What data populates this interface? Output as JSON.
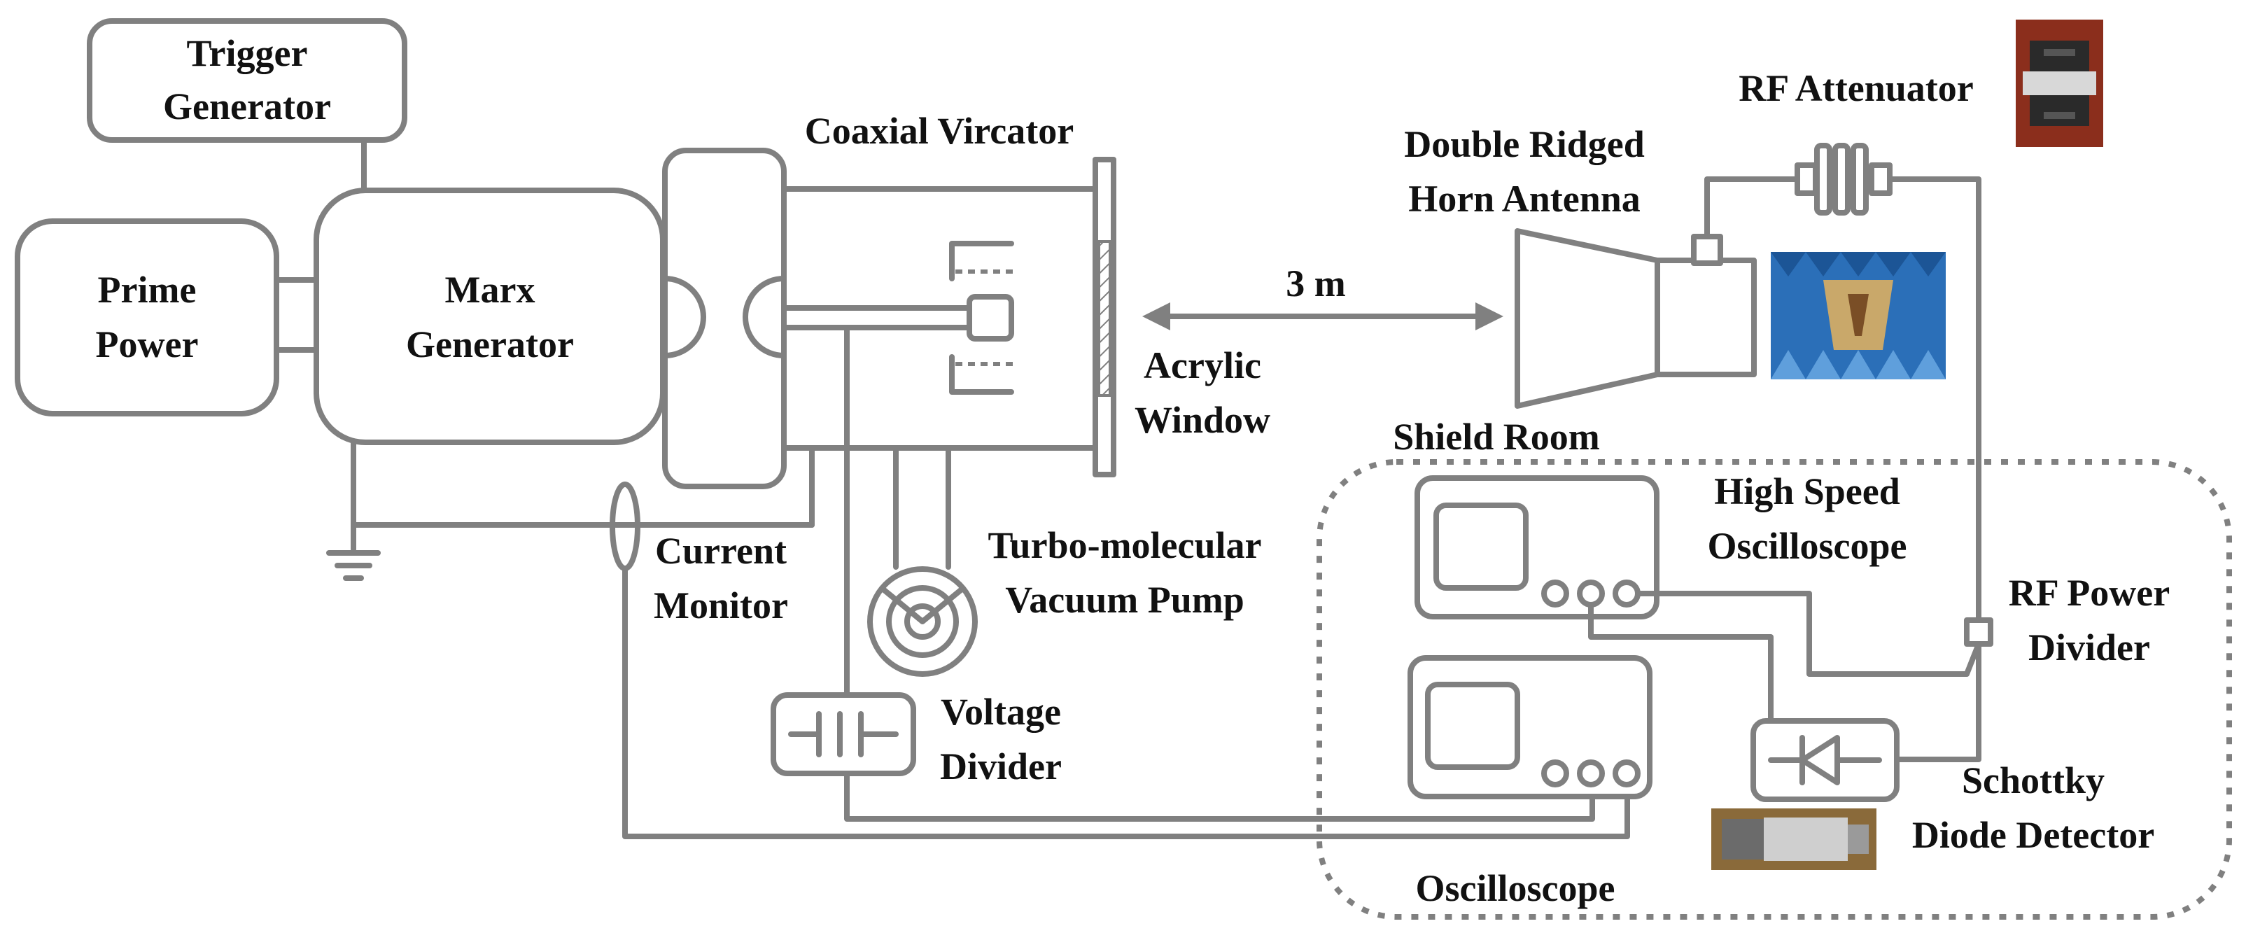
{
  "labels": {
    "trigger_generator": [
      "Trigger",
      "Generator"
    ],
    "prime_power": [
      "Prime",
      "Power"
    ],
    "marx_generator": [
      "Marx",
      "Generator"
    ],
    "coaxial_vircator": "Coaxial Vircator",
    "acrylic_window": [
      "Acrylic",
      "Window"
    ],
    "distance": "3 m",
    "horn_antenna": [
      "Double Ridged",
      "Horn Antenna"
    ],
    "rf_attenuator": "RF Attenuator",
    "shield_room": "Shield Room",
    "current_monitor": [
      "Current",
      "Monitor"
    ],
    "vacuum_pump": [
      "Turbo-molecular",
      "Vacuum Pump"
    ],
    "voltage_divider": [
      "Voltage",
      "Divider"
    ],
    "high_speed_oscilloscope": [
      "High Speed",
      "Oscilloscope"
    ],
    "rf_power_divider": [
      "RF Power",
      "Divider"
    ],
    "schottky_detector": [
      "Schottky",
      "Diode Detector"
    ],
    "oscilloscope": "Oscilloscope"
  },
  "colors": {
    "line": "#808080",
    "text": "#111111",
    "photo_attenuator": "#8b2e1c",
    "photo_chamber": "#2b6fb8",
    "photo_detector": "#8a6a3a"
  },
  "icons": [
    "ground-symbol-icon",
    "capacitor-icon",
    "diode-icon",
    "vacuum-pump-icon"
  ]
}
